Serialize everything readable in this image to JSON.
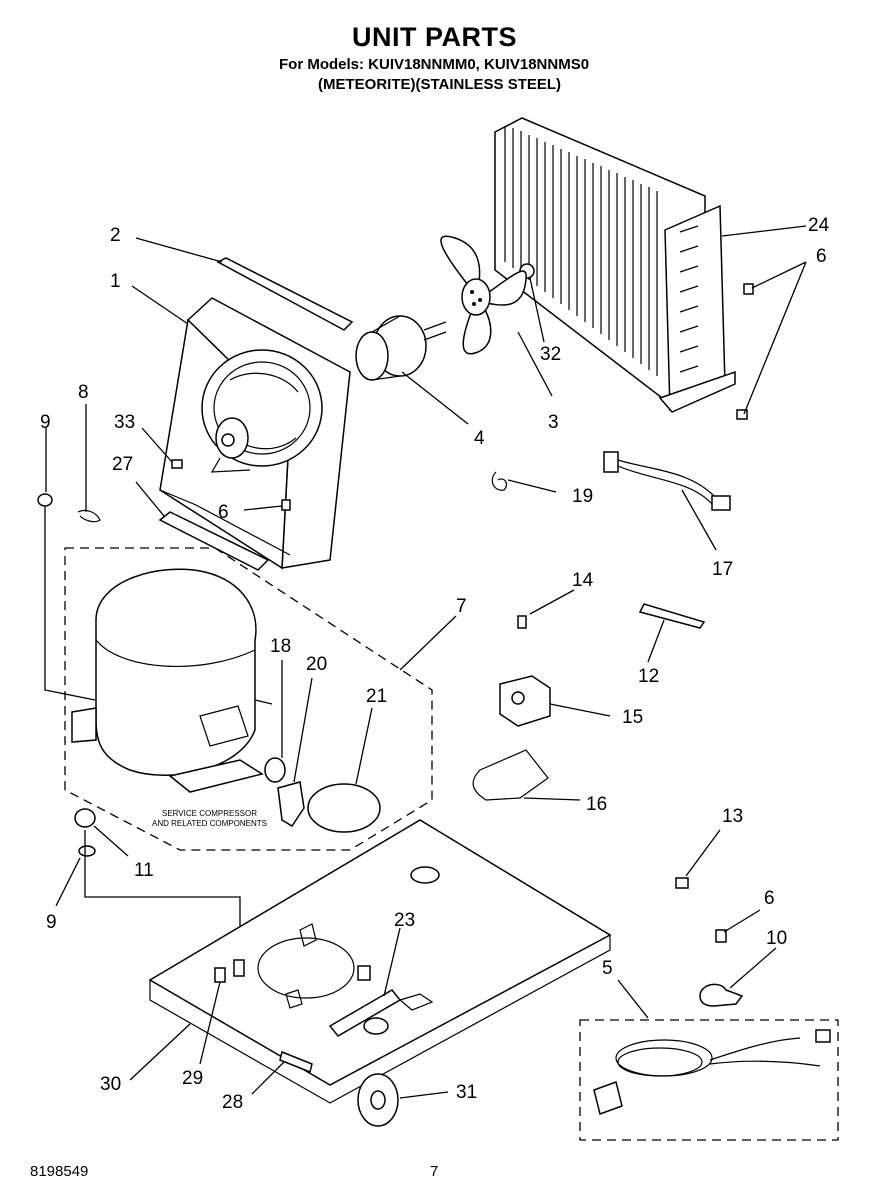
{
  "header": {
    "title": "UNIT PARTS",
    "models_line": "For Models: KUIV18NNMM0, KUIV18NNMS0",
    "finish_line": "(METEORITE)(STAINLESS STEEL)"
  },
  "footer": {
    "doc_number": "8198549",
    "page_number": "7"
  },
  "note": {
    "line1": "SERVICE COMPRESSOR",
    "line2": "AND RELATED COMPONENTS"
  },
  "callouts": [
    "2",
    "1",
    "8",
    "9",
    "33",
    "27",
    "6",
    "24",
    "6",
    "32",
    "3",
    "4",
    "19",
    "17",
    "14",
    "7",
    "18",
    "20",
    "21",
    "12",
    "15",
    "16",
    "11",
    "9",
    "13",
    "6",
    "10",
    "23",
    "5",
    "30",
    "29",
    "28",
    "31"
  ]
}
